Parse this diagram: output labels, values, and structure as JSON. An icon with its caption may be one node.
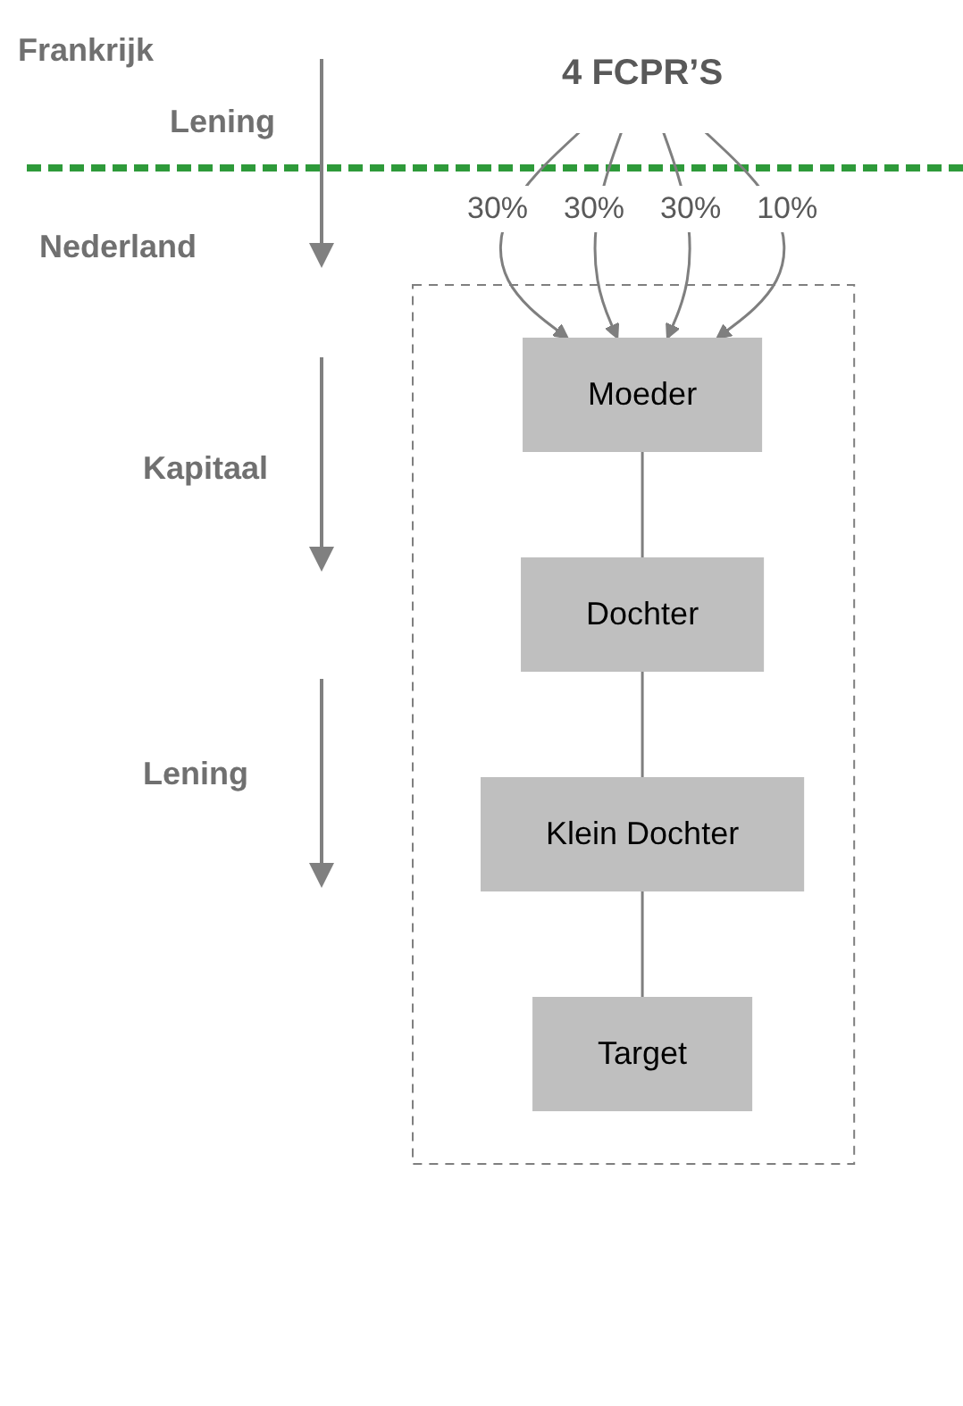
{
  "diagram": {
    "nodes": [
      {
        "text": [
          "4 FCPR’S"
        ]
      },
      {
        "text": [],
        "shape": "box"
      },
      {
        "text": [
          "Moeder"
        ],
        "in": 1
      },
      {
        "text": [
          "Dochter"
        ],
        "in": 1
      },
      {
        "text": [
          "Klein Dochter"
        ],
        "in": 1
      },
      {
        "text": [
          "Target"
        ],
        "in": 1
      }
    ],
    "edges": [
      {
        "from": 0,
        "to": 2,
        "arrow": "to",
        "label": "30%"
      },
      {
        "from": 0,
        "to": 2,
        "arrow": "to",
        "label": "30%"
      },
      {
        "from": 0,
        "to": 2,
        "arrow": "to",
        "label": "30%"
      },
      {
        "from": 0,
        "to": 2,
        "arrow": "to",
        "label": "10%"
      },
      {
        "from": 2,
        "to": 3,
        "arrow": "none"
      },
      {
        "from": 3,
        "to": 4,
        "arrow": "none"
      },
      {
        "from": 4,
        "to": 5,
        "arrow": "none"
      }
    ],
    "labels": [
      "Frankrijk",
      "Lening",
      "Nederland",
      "Kapitaal",
      "Lening"
    ]
  }
}
